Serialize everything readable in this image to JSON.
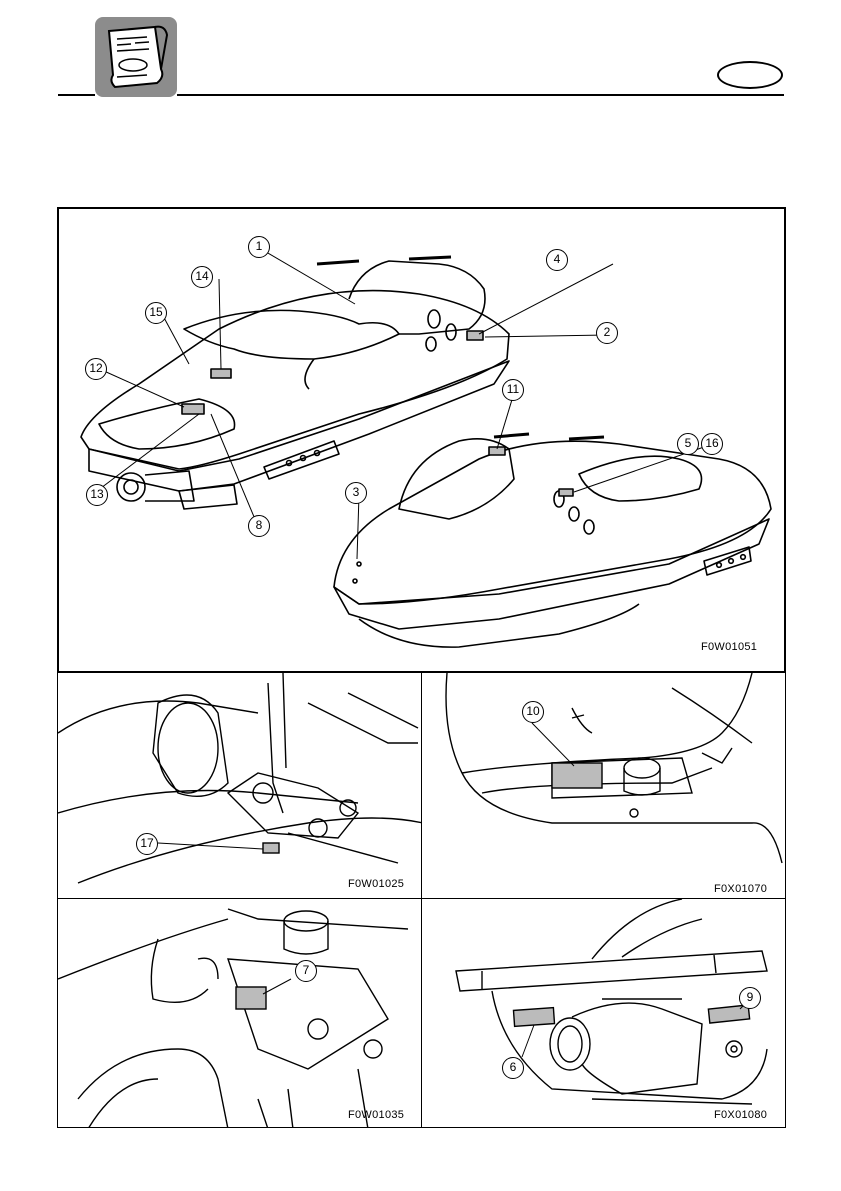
{
  "header": {
    "manual_icon": "manual-book-icon",
    "language_badge": ""
  },
  "figures": {
    "main": {
      "code": "F0W01051"
    },
    "engine_fuel": {
      "code": "F0W01025"
    },
    "storage": {
      "code": "F0X01070"
    },
    "engine_top": {
      "code": "F0W01035"
    },
    "jet_pump": {
      "code": "F0X01080"
    }
  },
  "callouts": {
    "c1": "1",
    "c2": "2",
    "c3": "3",
    "c4": "4",
    "c5": "5",
    "c6": "6",
    "c7": "7",
    "c8": "8",
    "c9": "9",
    "c10": "10",
    "c11": "11",
    "c12": "12",
    "c13": "13",
    "c14": "14",
    "c15": "15",
    "c16": "16",
    "c17": "17"
  }
}
